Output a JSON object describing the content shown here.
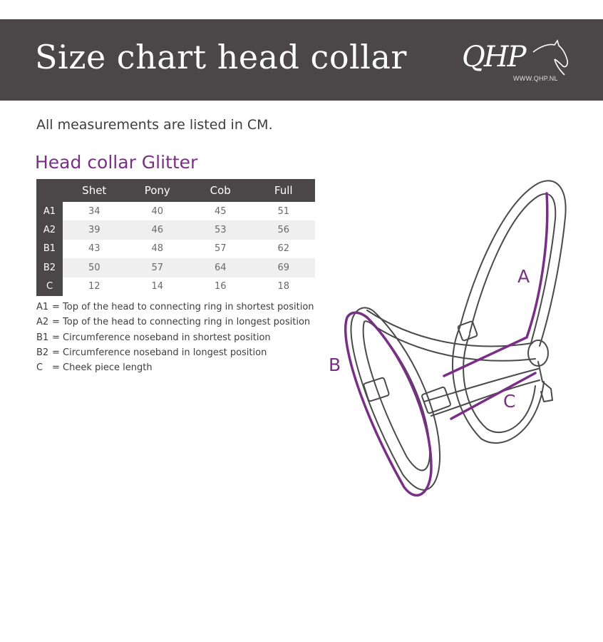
{
  "header": {
    "title": "Size chart head collar",
    "logo_text": "QHP",
    "logo_url": "WWW.QHP.NL"
  },
  "intro": "All measurements are listed in CM.",
  "section_title": "Head collar Glitter",
  "table": {
    "columns": [
      "Shet",
      "Pony",
      "Cob",
      "Full"
    ],
    "rows": [
      {
        "label": "A1",
        "values": [
          "34",
          "40",
          "45",
          "51"
        ]
      },
      {
        "label": "A2",
        "values": [
          "39",
          "46",
          "53",
          "56"
        ]
      },
      {
        "label": "B1",
        "values": [
          "43",
          "48",
          "57",
          "62"
        ]
      },
      {
        "label": "B2",
        "values": [
          "50",
          "57",
          "64",
          "69"
        ]
      },
      {
        "label": "C",
        "values": [
          "12",
          "14",
          "16",
          "18"
        ]
      }
    ]
  },
  "legend": [
    {
      "key": "A1",
      "text": "= Top of the head to connecting ring in shortest position"
    },
    {
      "key": "A2",
      "text": "= Top of the head to connecting ring in longest position"
    },
    {
      "key": "B1",
      "text": "= Circumference noseband in shortest position"
    },
    {
      "key": "B2",
      "text": "= Circumference noseband in longest position"
    },
    {
      "key": "C",
      "text": "= Cheek piece length"
    }
  ],
  "diagram": {
    "label_a": "A",
    "label_b": "B",
    "label_c": "C",
    "accent_color": "#7a2f86",
    "outline_color": "#4a4a4a"
  },
  "colors": {
    "header_bg": "#4b4647",
    "accent": "#7a2f86",
    "row_alt": "#efefef"
  }
}
